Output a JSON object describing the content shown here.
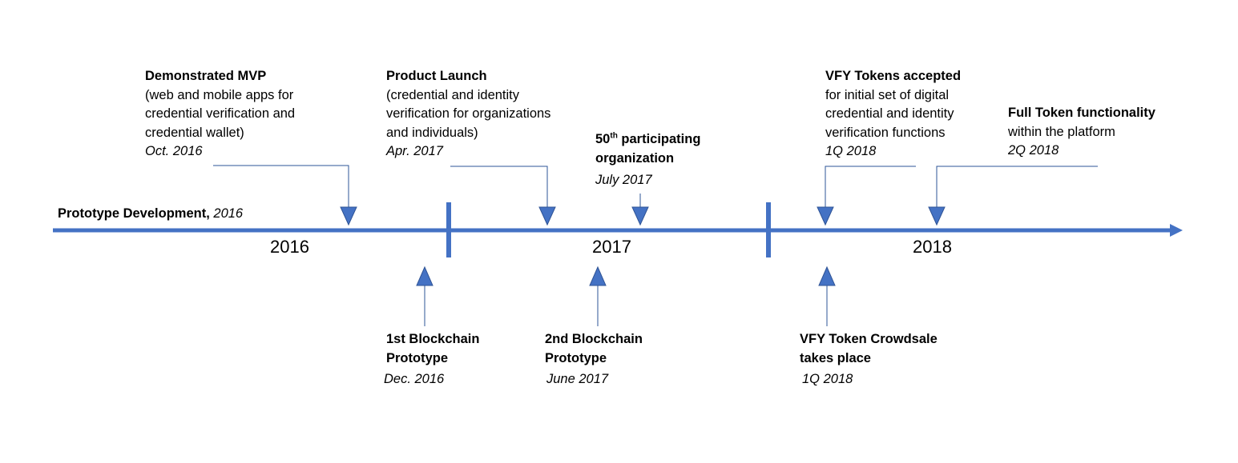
{
  "timeline": {
    "prototype": {
      "label": "Prototype Development,",
      "date": "2016"
    },
    "years": [
      "2016",
      "2017",
      "2018"
    ]
  },
  "milestones_above": [
    {
      "title": "Demonstrated MVP",
      "desc": [
        "(web and mobile apps for",
        "credential verification and",
        "credential wallet)"
      ],
      "date": "Oct. 2016"
    },
    {
      "title": "Product Launch",
      "desc": [
        "(credential and identity",
        "verification for organizations",
        "and individuals)"
      ],
      "date": "Apr. 2017"
    },
    {
      "title_sup": "th",
      "title_num": "50",
      "title_rest": " participating",
      "title_line2": "organization",
      "date": "July 2017"
    },
    {
      "title": "VFY Tokens accepted",
      "desc": [
        "for initial set of digital",
        "credential and identity",
        "verification functions"
      ],
      "date": "1Q 2018"
    },
    {
      "title": "Full Token functionality",
      "desc": [
        "within the platform"
      ],
      "date": "2Q 2018"
    }
  ],
  "milestones_below": [
    {
      "title": [
        "1st Blockchain",
        "Prototype"
      ],
      "date": "Dec. 2016"
    },
    {
      "title": [
        "2nd Blockchain",
        "Prototype"
      ],
      "date": "June 2017"
    },
    {
      "title": [
        "VFY Token Crowdsale",
        "takes place"
      ],
      "date": "1Q 2018"
    }
  ],
  "colors": {
    "line": "#4472c4",
    "connector": "#2e5597"
  }
}
